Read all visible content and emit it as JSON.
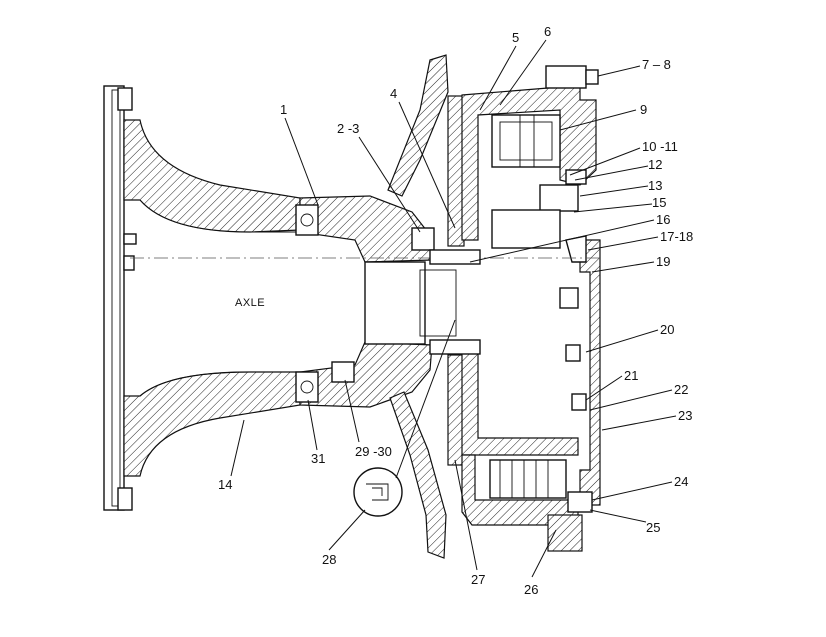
{
  "diagram": {
    "center_label": "AXLE",
    "callouts": [
      {
        "id": "c1",
        "text": "1"
      },
      {
        "id": "c2",
        "text": "2 -3"
      },
      {
        "id": "c4",
        "text": "4"
      },
      {
        "id": "c5",
        "text": "5"
      },
      {
        "id": "c6",
        "text": "6"
      },
      {
        "id": "c7",
        "text": "7 – 8"
      },
      {
        "id": "c9",
        "text": "9"
      },
      {
        "id": "c10",
        "text": "10 -11"
      },
      {
        "id": "c12",
        "text": "12"
      },
      {
        "id": "c13",
        "text": "13"
      },
      {
        "id": "c15",
        "text": "15"
      },
      {
        "id": "c16",
        "text": "16"
      },
      {
        "id": "c17",
        "text": "17-18"
      },
      {
        "id": "c19",
        "text": "19"
      },
      {
        "id": "c20",
        "text": "20"
      },
      {
        "id": "c21",
        "text": "21"
      },
      {
        "id": "c22",
        "text": "22"
      },
      {
        "id": "c23",
        "text": "23"
      },
      {
        "id": "c24",
        "text": "24"
      },
      {
        "id": "c25",
        "text": "25"
      },
      {
        "id": "c14",
        "text": "14"
      },
      {
        "id": "c31",
        "text": "31"
      },
      {
        "id": "c29",
        "text": "29 -30"
      },
      {
        "id": "c28",
        "text": "28"
      },
      {
        "id": "c27",
        "text": "27"
      },
      {
        "id": "c26",
        "text": "26"
      }
    ]
  }
}
